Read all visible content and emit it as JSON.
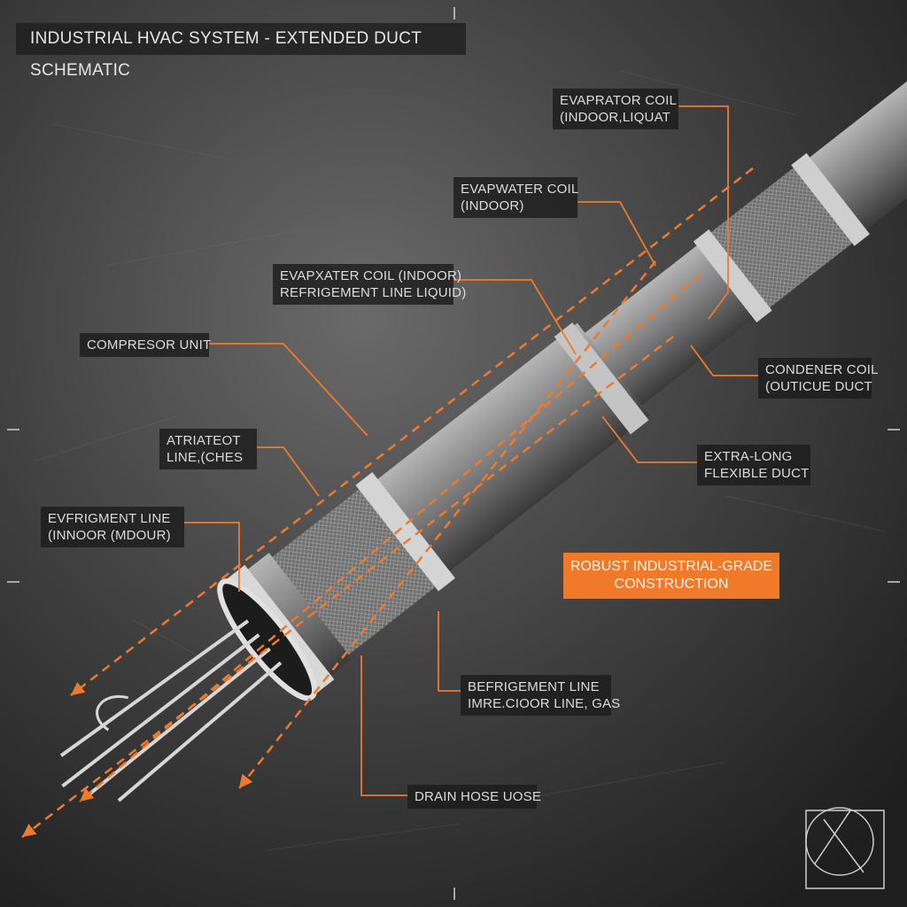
{
  "title": "INDUSTRIAL HVAC SYSTEM - EXTENDED DUCT SCHEMATIC",
  "callouts": {
    "evaporator_coil_top": "EVAPRATOR COIL\n(INDOOR,LIQUAT",
    "evapwater_coil": "EVAPWATER COIL\n(INDOOR)",
    "evapxater_coil_refrigement": "EVAPXATER COIL (INDOOR)\nREFRIGEMENT LINE LIQUID)",
    "compressor_unit": "COMPRESOR UNIT",
    "condenser_coil": "CONDENER COIL\n(OUTICUE DUCT",
    "atriateot_line": "ATRIATEOT\nLINE,(CHES",
    "extra_long_duct": "EXTRA-LONG\nFLEXIBLE DUCT",
    "evfrigment_line": "EVFRIGMENT LINE\n(INNOOR (MDOUR)",
    "befrigement_line_gas": "BEFRIGEMENT LINE\nIMRE.CIOOR LINE, GAS",
    "drain_hose": "DRAIN HOSE UOSE"
  },
  "highlight": {
    "line1": "ROBUST INDUSTRIAL-GRADE",
    "line2": "CONSTRUCTION"
  },
  "colors": {
    "accent": "#f07a2a",
    "background": "#3a3a3a",
    "duct": "#8a8a8a",
    "label_bg": "#1c1c1c"
  }
}
